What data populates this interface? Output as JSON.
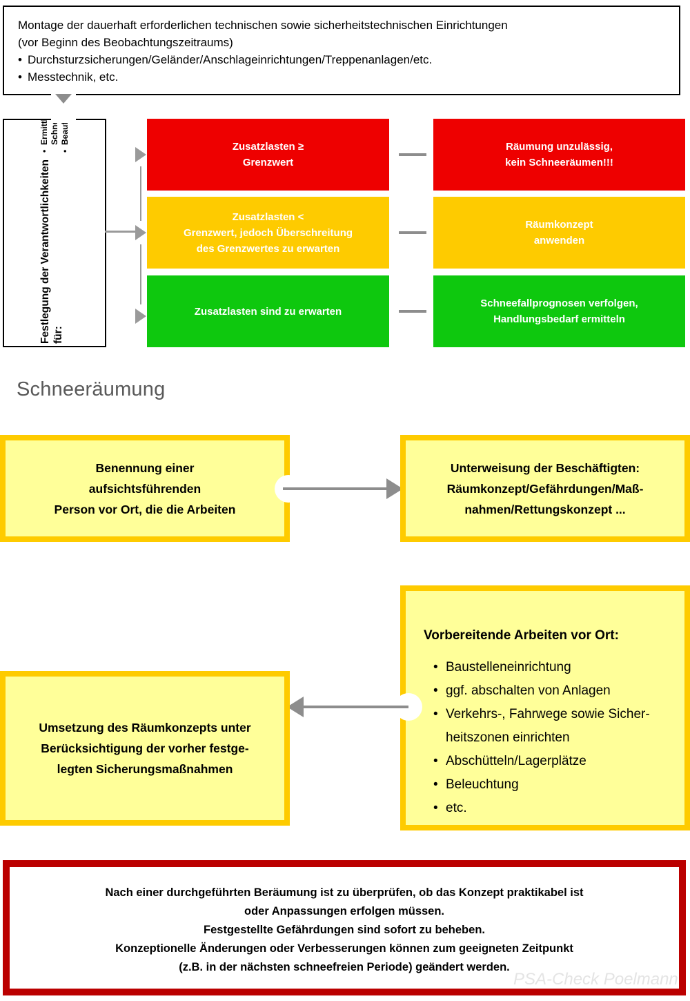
{
  "top_note": {
    "lines": [
      "Montage der dauerhaft erforderlichen technischen sowie sicherheitstechnischen Einrichtungen",
      "(vor Beginn des Beobachtungszeitraums)"
    ],
    "bullets": [
      "Durchsturzsicherungen/Geländer/Anschlageinrichtungen/Treppenanlagen/etc.",
      "Messtechnik, etc."
    ]
  },
  "responsibilities": {
    "title": "Festlegung der Verantwortlichkeiten für:",
    "title_line1": "Festlegung der Verantwortlichkeiten",
    "title_line2": "für:",
    "bullets": [
      "Ermittlung und Überwachung der",
      "Schneelasten",
      "Beauftragung der Räumung"
    ],
    "bullet_items": [
      {
        "text_line1": "Ermittlung und Überwachung der",
        "text_line2": "Schneelasten",
        "has_bullet": true
      },
      {
        "text_line1": "Beauftragung der Räumung",
        "text_line2": "",
        "has_bullet": true
      }
    ]
  },
  "traffic_light_rows": [
    {
      "id": "red",
      "color": "#ee0000",
      "condition_lines": [
        "Zusatzlasten ≥",
        "Grenzwert"
      ],
      "action_lines": [
        "Räumung unzulässig,",
        "kein Schneeräumen!!!"
      ]
    },
    {
      "id": "amber",
      "color": "#fecb00",
      "condition_lines": [
        "Zusatzlasten <",
        "Grenzwert, jedoch Überschreitung",
        "des Grenzwertes zu erwarten"
      ],
      "action_lines": [
        "Räumkonzept",
        "anwenden"
      ]
    },
    {
      "id": "green",
      "color": "#0ec80e",
      "condition_lines": [
        "Zusatzlasten sind zu erwarten"
      ],
      "action_lines": [
        "Schneefallprognosen verfolgen,",
        "Handlungsbedarf ermitteln"
      ]
    }
  ],
  "section": {
    "heading": "Schneeräumung"
  },
  "process_boxes": {
    "benennung": {
      "lines": [
        "Benennung einer",
        "aufsichtsführenden",
        "Person vor Ort, die die Arbeiten"
      ]
    },
    "unterweisung": {
      "lines": [
        "Unterweisung der Beschäftigten:",
        "Räumkonzept/Gefährdungen/Maß-",
        "nahmen/Rettungskonzept ..."
      ]
    },
    "umsetzung": {
      "lines": [
        "Umsetzung des Räumkonzepts unter",
        "Berücksichtigung der vorher festge-",
        "legten Sicherungsmaßnahmen"
      ]
    },
    "vorbereitend": {
      "title": "Vorbereitende Arbeiten vor Ort:",
      "items": [
        {
          "line1": "Baustelleneinrichtung",
          "line2": ""
        },
        {
          "line1": "ggf. abschalten von Anlagen",
          "line2": ""
        },
        {
          "line1": "Verkehrs-, Fahrwege sowie Sicher-",
          "line2": "heitszonen einrichten"
        },
        {
          "line1": "Abschütteln/Lagerplätze",
          "line2": ""
        },
        {
          "line1": "Beleuchtung",
          "line2": ""
        },
        {
          "line1": "etc.",
          "line2": ""
        }
      ]
    }
  },
  "bottom_note": {
    "lines": [
      "Nach einer durchgeführten Beräumung ist zu überprüfen, ob das Konzept praktikabel ist",
      "oder Anpassungen erfolgen müssen.",
      "Festgestellte Gefährdungen sind sofort zu beheben.",
      "Konzeptionelle Änderungen oder Verbesserungen können zum geeigneten Zeitpunkt",
      "(z.B. in der nächsten schneefreien Periode) geändert werden."
    ]
  },
  "watermark": {
    "text": "PSA-Check Poelmann"
  },
  "bullet_glyph": "•",
  "colors": {
    "red": "#ee0000",
    "amber": "#fecb00",
    "green": "#0ec80e",
    "box_fill": "#ffff99",
    "box_border": "#fecb00",
    "connector_grey": "#8d8d8d",
    "heading_grey": "#595959",
    "frame_red": "#bb0000",
    "watermark_grey": "#e4e4e4"
  }
}
